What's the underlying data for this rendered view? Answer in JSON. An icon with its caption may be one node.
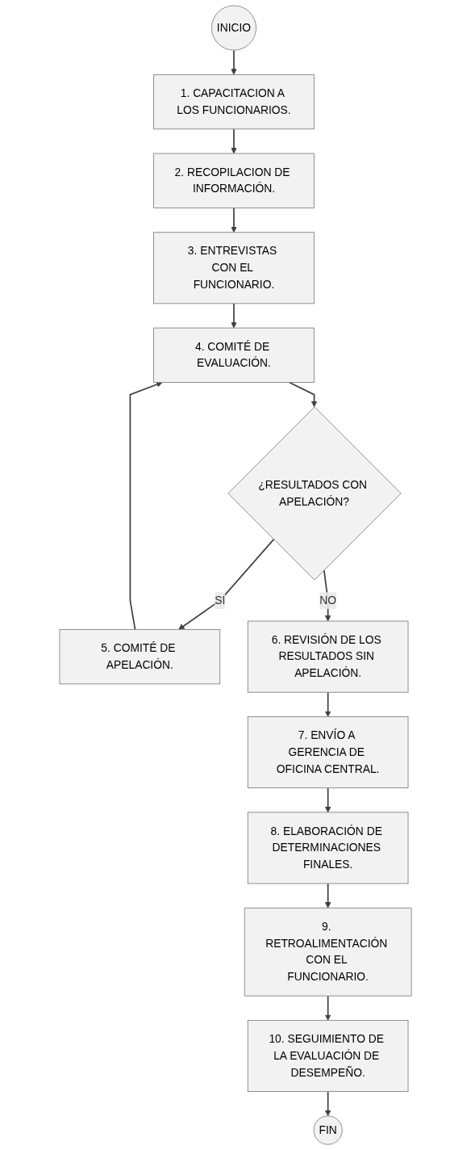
{
  "diagram": {
    "nodes": [
      {
        "text": [
          "INICIO"
        ]
      },
      {
        "text": [
          "1. CAPACITACION A LOS FUNCIONARIOS."
        ]
      },
      {
        "text": [
          "2. RECOPILACION DE INFORMACIÓN."
        ]
      },
      {
        "text": [
          "3. ENTREVISTAS CON EL FUNCIONARIO."
        ]
      },
      {
        "text": [
          "4. COMITÉ DE EVALUACIÓN."
        ]
      },
      {
        "text": [
          "¿RESULTADOS CON APELACIÓN?"
        ]
      },
      {
        "text": [
          "5. COMITÉ DE APELACIÓN."
        ]
      },
      {
        "text": [
          "6. REVISIÓN DE LOS RESULTADOS SIN APELACIÓN."
        ]
      },
      {
        "text": [
          "7. ENVÍO A GERENCIA DE OFICINA CENTRAL."
        ]
      },
      {
        "text": [
          "8. ELABORACIÓN DE DETERMINACIONES FINALES."
        ]
      },
      {
        "text": [
          "9. RETROALIMENTACIÓN CON EL FUNCIONARIO."
        ]
      },
      {
        "text": [
          "10. SEGUIMIENTO DE LA EVALUACIÓN DE DESEMPEÑO."
        ]
      },
      {
        "text": [
          "FIN"
        ]
      }
    ],
    "edges": [
      {
        "from": 0,
        "to": 1,
        "arrow": "to"
      },
      {
        "from": 1,
        "to": 2,
        "arrow": "to"
      },
      {
        "from": 2,
        "to": 3,
        "arrow": "to"
      },
      {
        "from": 3,
        "to": 4,
        "arrow": "to"
      },
      {
        "from": 4,
        "to": 5,
        "arrow": "to"
      },
      {
        "from": 5,
        "to": 6,
        "arrow": "to",
        "label": "SI"
      },
      {
        "from": 5,
        "to": 7,
        "arrow": "to",
        "label": "NO"
      },
      {
        "from": 6,
        "to": 4,
        "arrow": "to"
      },
      {
        "from": 7,
        "to": 8,
        "arrow": "to"
      },
      {
        "from": 8,
        "to": 9,
        "arrow": "to"
      },
      {
        "from": 9,
        "to": 10,
        "arrow": "to"
      },
      {
        "from": 10,
        "to": 11,
        "arrow": "to"
      },
      {
        "from": 11,
        "to": 12,
        "arrow": "to"
      }
    ]
  }
}
